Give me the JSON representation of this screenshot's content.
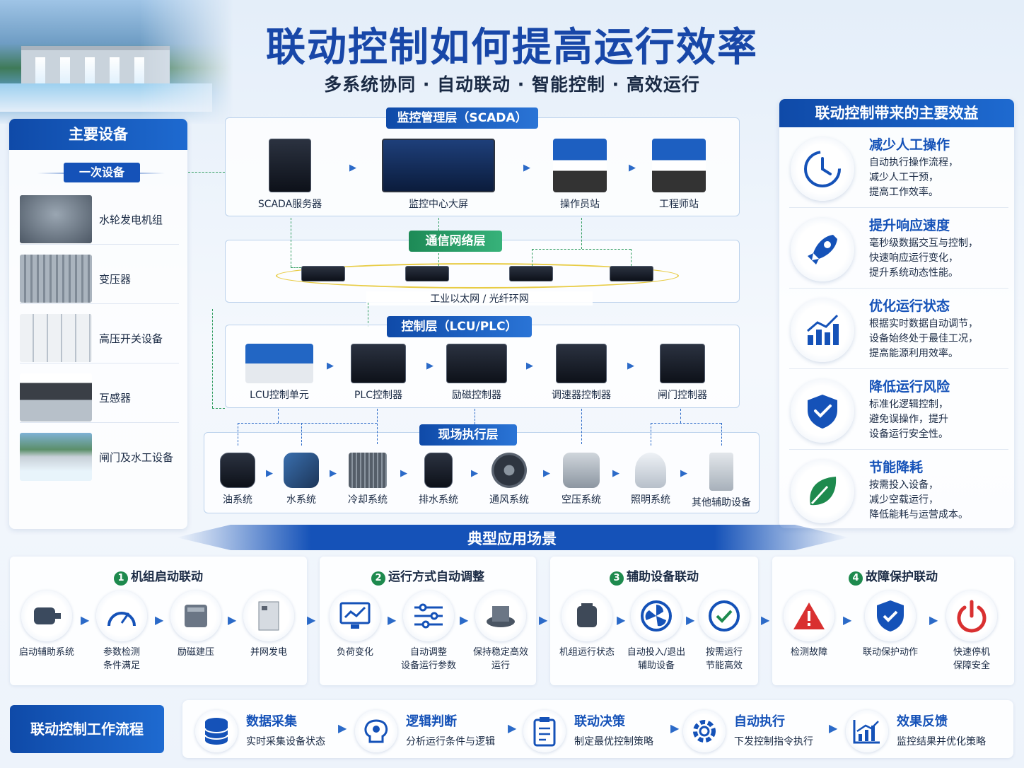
{
  "header": {
    "title": "联动控制如何提高运行效率",
    "subtitle": "多系统协同 · 自动联动 · 智能控制 · 高效运行"
  },
  "left_panel": {
    "title": "主要设备",
    "subtitle": "一次设备",
    "items": [
      {
        "label": "水轮发电机组"
      },
      {
        "label": "变压器"
      },
      {
        "label": "高压开关设备"
      },
      {
        "label": "互感器"
      },
      {
        "label": "闸门及水工设备"
      }
    ]
  },
  "layers": {
    "scada": {
      "title": "监控管理层（SCADA）",
      "devices": [
        "SCADA服务器",
        "监控中心大屏",
        "操作员站",
        "工程师站"
      ]
    },
    "network": {
      "title": "通信网络层",
      "caption": "工业以太网 / 光纤环网"
    },
    "control": {
      "title": "控制层（LCU/PLC）",
      "devices": [
        "LCU控制单元",
        "PLC控制器",
        "励磁控制器",
        "调速器控制器",
        "闸门控制器"
      ]
    },
    "field": {
      "title": "现场执行层",
      "devices": [
        "油系统",
        "水系统",
        "冷却系统",
        "排水系统",
        "通风系统",
        "空压系统",
        "照明系统",
        "其他辅助设备"
      ]
    }
  },
  "right_panel": {
    "title": "联动控制带来的主要效益",
    "items": [
      {
        "title": "减少人工操作",
        "l1": "自动执行操作流程，",
        "l2": "减少人工干预，",
        "l3": "提高工作效率。",
        "icon": "clock-icon"
      },
      {
        "title": "提升响应速度",
        "l1": "毫秒级数据交互与控制，",
        "l2": "快速响应运行变化，",
        "l3": "提升系统动态性能。",
        "icon": "rocket-icon"
      },
      {
        "title": "优化运行状态",
        "l1": "根据实时数据自动调节，",
        "l2": "设备始终处于最佳工况，",
        "l3": "提高能源利用效率。",
        "icon": "chart-icon"
      },
      {
        "title": "降低运行风险",
        "l1": "标准化逻辑控制，",
        "l2": "避免误操作，提升",
        "l3": "设备运行安全性。",
        "icon": "shield-icon"
      },
      {
        "title": "节能降耗",
        "l1": "按需投入设备，",
        "l2": "减少空载运行，",
        "l3": "降低能耗与运营成本。",
        "icon": "leaf-icon"
      }
    ]
  },
  "scenarios": {
    "title": "典型应用场景",
    "groups": [
      {
        "num": "1",
        "title": "机组启动联动",
        "steps": [
          {
            "l1": "启动辅助系统",
            "l2": ""
          },
          {
            "l1": "参数检测",
            "l2": "条件满足"
          },
          {
            "l1": "励磁建压",
            "l2": ""
          },
          {
            "l1": "并网发电",
            "l2": ""
          }
        ]
      },
      {
        "num": "2",
        "title": "运行方式自动调整",
        "steps": [
          {
            "l1": "负荷变化",
            "l2": ""
          },
          {
            "l1": "自动调整",
            "l2": "设备运行参数"
          },
          {
            "l1": "保持稳定高效",
            "l2": "运行"
          }
        ]
      },
      {
        "num": "3",
        "title": "辅助设备联动",
        "steps": [
          {
            "l1": "机组运行状态",
            "l2": ""
          },
          {
            "l1": "自动投入/退出",
            "l2": "辅助设备"
          },
          {
            "l1": "按需运行",
            "l2": "节能高效"
          }
        ]
      },
      {
        "num": "4",
        "title": "故障保护联动",
        "steps": [
          {
            "l1": "检测故障",
            "l2": ""
          },
          {
            "l1": "联动保护动作",
            "l2": ""
          },
          {
            "l1": "快速停机",
            "l2": "保障安全"
          }
        ]
      }
    ]
  },
  "workflow": {
    "title": "联动控制工作流程",
    "steps": [
      {
        "title": "数据采集",
        "desc": "实时采集设备状态"
      },
      {
        "title": "逻辑判断",
        "desc": "分析运行条件与逻辑"
      },
      {
        "title": "联动决策",
        "desc": "制定最优控制策略"
      },
      {
        "title": "自动执行",
        "desc": "下发控制指令执行"
      },
      {
        "title": "效果反馈",
        "desc": "监控结果并优化策略"
      }
    ]
  },
  "colors": {
    "primary": "#1552b8",
    "green": "#1e8a4e",
    "danger": "#d93030"
  }
}
